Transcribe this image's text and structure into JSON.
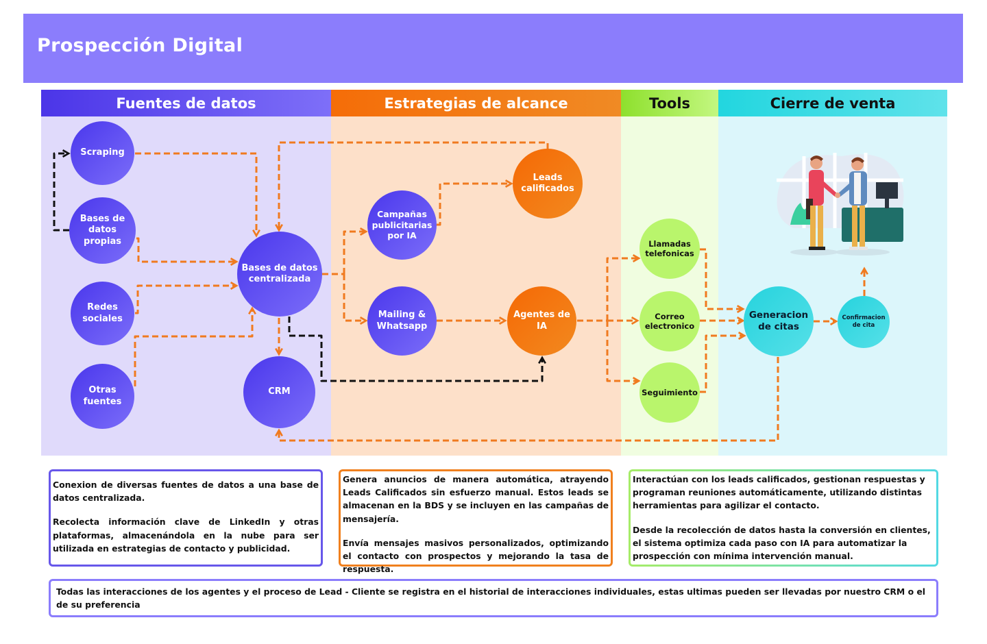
{
  "header": {
    "title": "Prospección Digital",
    "banner_color": "#8b7dfc"
  },
  "columns": [
    {
      "label": "Fuentes de datos",
      "color": "#5a45ee"
    },
    {
      "label": "Estrategias de alcance",
      "color": "#f57410"
    },
    {
      "label": "Tools",
      "color": "#a8ea4c"
    },
    {
      "label": "Cierre de venta",
      "color": "#33d9e2"
    }
  ],
  "nodes": {
    "scraping": "Scraping",
    "bases_propias": "Bases de datos propias",
    "redes_sociales": "Redes sociales",
    "otras_fuentes": "Otras fuentes",
    "bases_centralizada": "Bases de datos centralizada",
    "crm": "CRM",
    "campanas": "Campañas publicitarias por IA",
    "mailing": "Mailing & Whatsapp",
    "leads": "Leads calificados",
    "agentes": "Agentes de IA",
    "llamadas": "Llamadas telefonicas",
    "correo": "Correo electronico",
    "seguimiento": "Seguimiento",
    "generacion": "Generacion de citas",
    "confirmacion": "Confirmacion de cita"
  },
  "illustration": "handshake-meeting-illustration",
  "descriptions": {
    "fuentes": [
      "Conexion de diversas fuentes de datos a una base de datos centralizada.",
      "Recolecta información clave de LinkedIn y otras plataformas, almacenándola en la nube para ser utilizada en estrategias de contacto y publicidad."
    ],
    "estrategias": [
      "Genera anuncios de manera automática, atrayendo Leads Calificados sin esfuerzo manual. Estos leads se almacenan en la BDS y se incluyen en las campañas de mensajería.",
      "Envía mensajes masivos personalizados, optimizando el contacto con prospectos y mejorando la tasa de respuesta."
    ],
    "tools_cierre": [
      "Interactúan con los leads calificados, gestionan respuestas y programan reuniones automáticamente, utilizando distintas herramientas para agilizar el contacto.",
      "Desde la recolección de datos hasta la conversión en clientes, el sistema optimiza cada paso con IA para automatizar la prospección con mínima intervención manual."
    ],
    "footer": "Todas las interacciones de los agentes y el proceso de Lead - Cliente se registra en el historial de interacciones individuales, estas ultimas pueden ser llevadas por nuestro CRM o el de su preferencia"
  },
  "link_colors": {
    "primary": "#f07a1f",
    "secondary": "#111111"
  }
}
